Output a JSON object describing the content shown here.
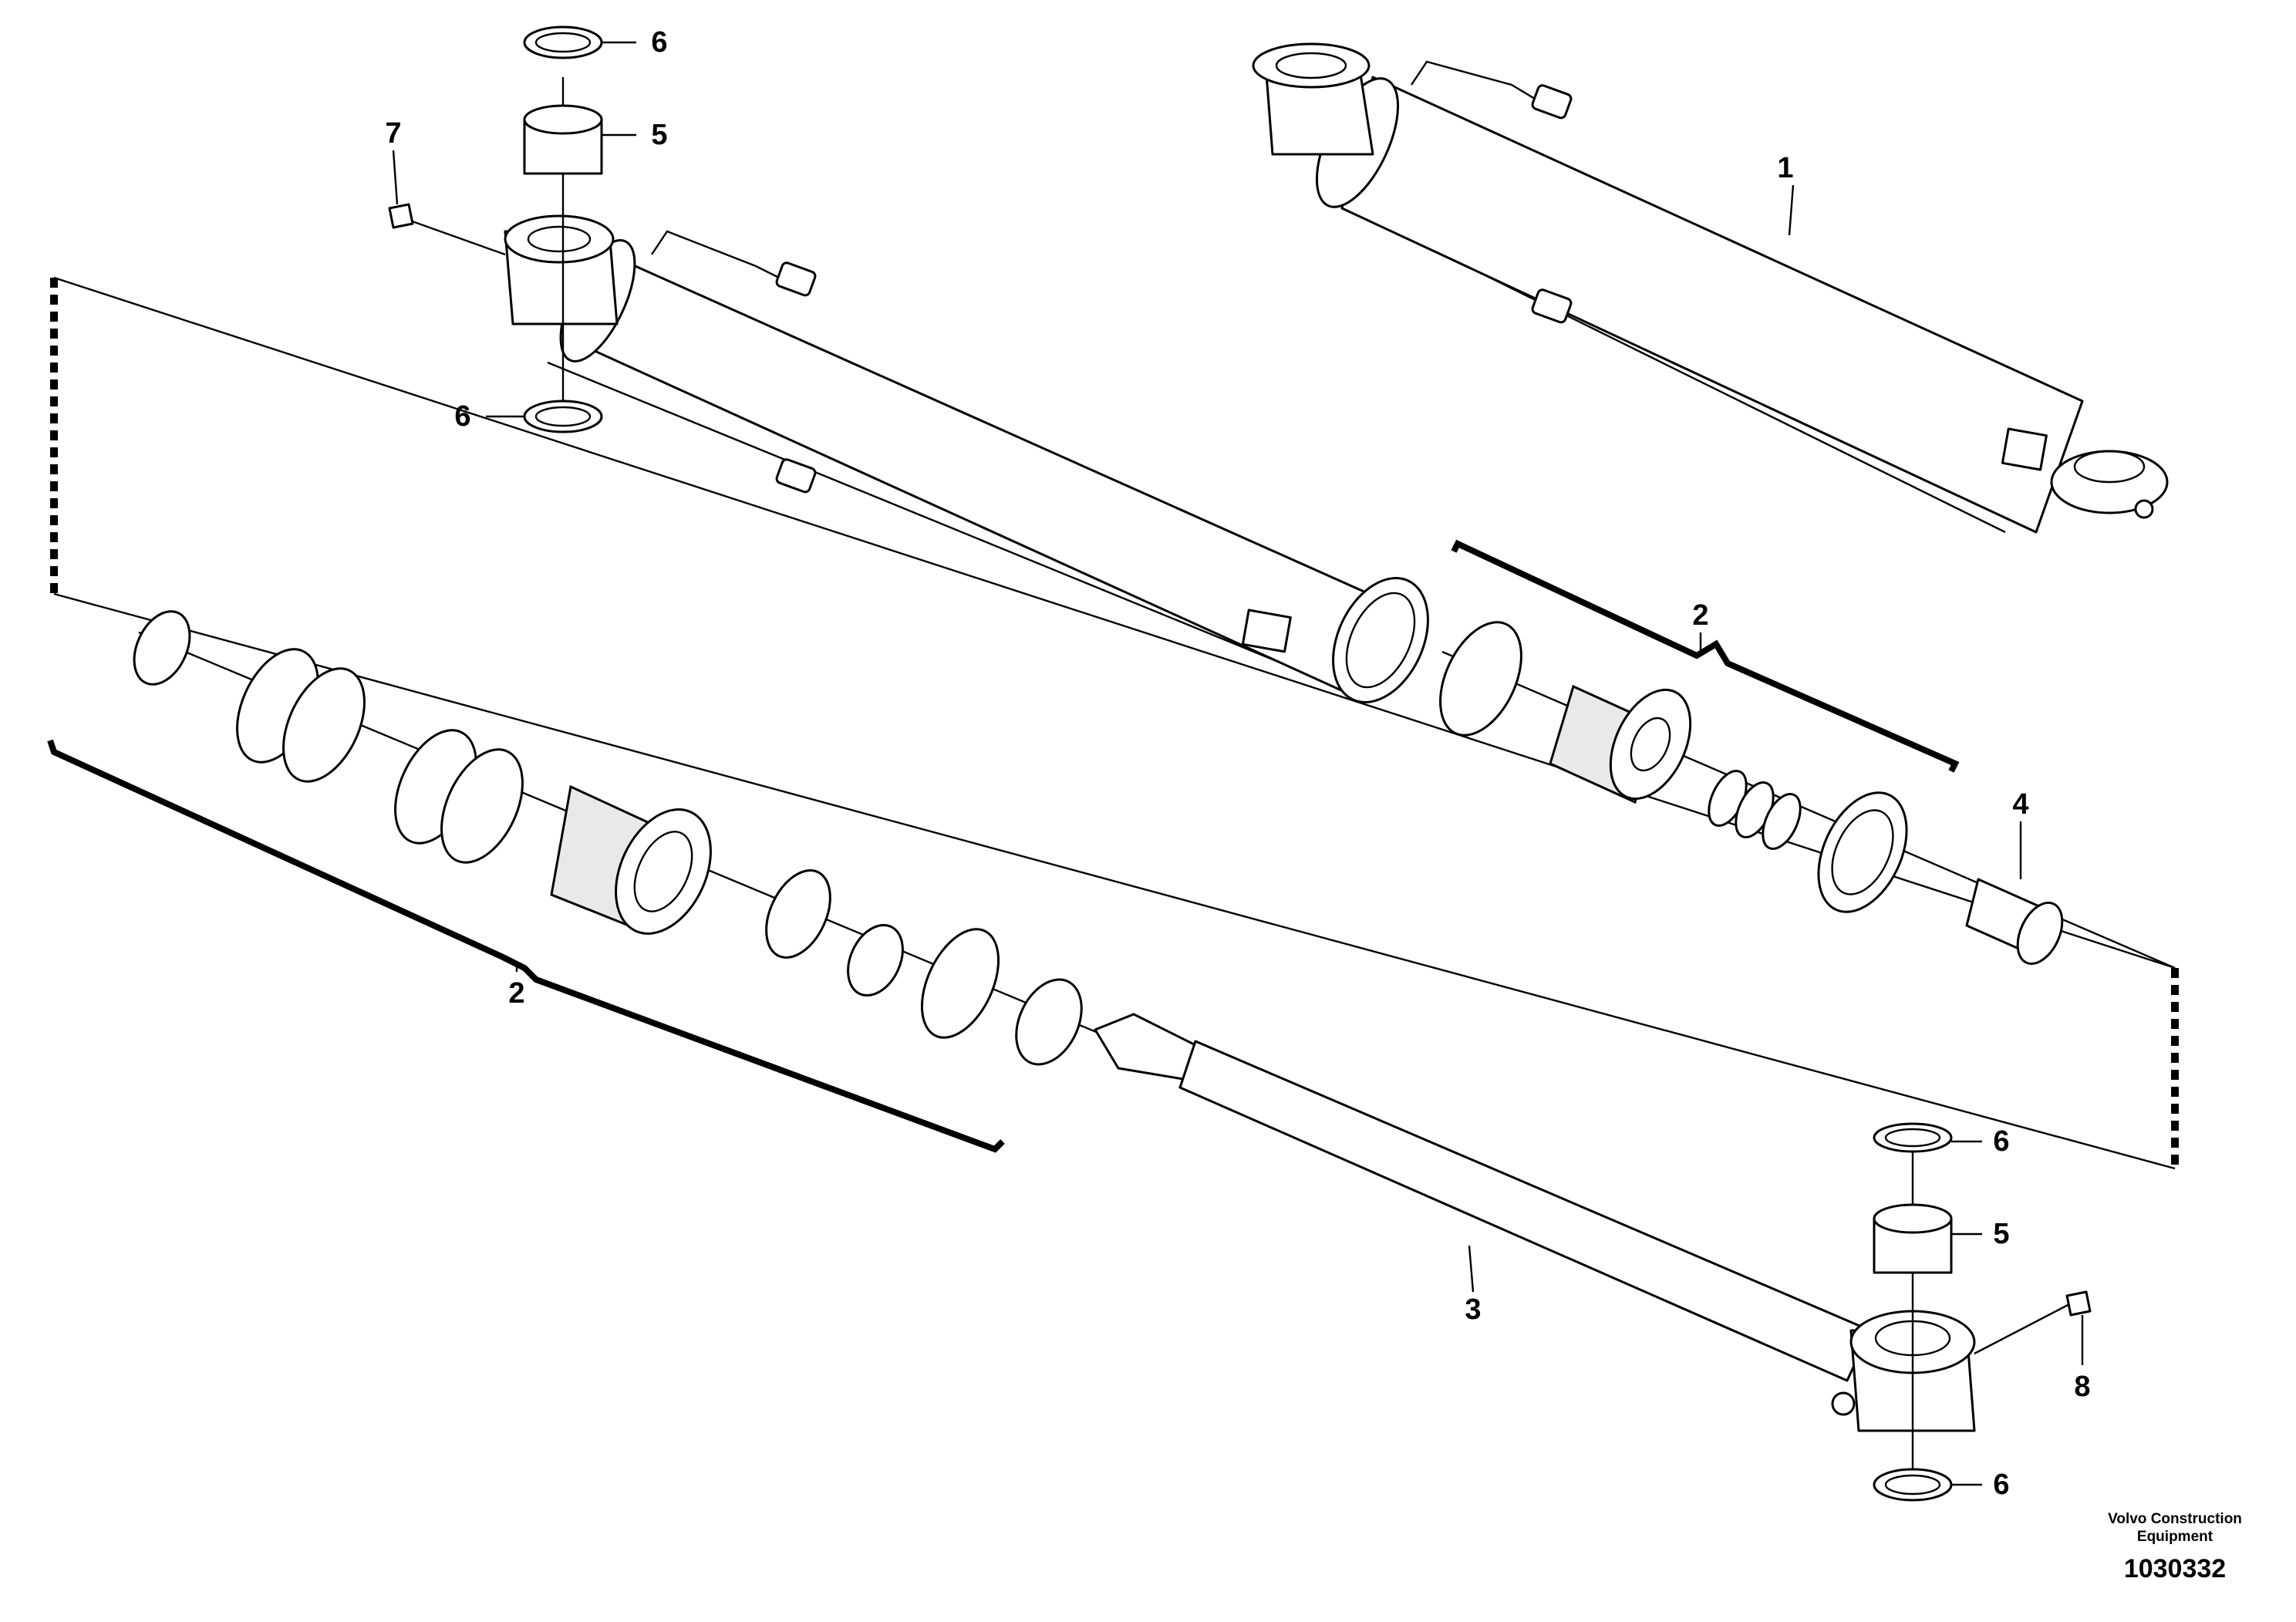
{
  "callouts": {
    "c1": "1",
    "c2_top": "2",
    "c2_bottom": "2",
    "c3": "3",
    "c4": "4",
    "c5_top": "5",
    "c5_bottom": "5",
    "c6_top": "6",
    "c6_mid": "6",
    "c6_lower_a": "6",
    "c6_lower_b": "6",
    "c7": "7",
    "c8": "8"
  },
  "footer": {
    "brand_line1": "Volvo Construction",
    "brand_line2": "Equipment",
    "doc_number": "1030332"
  }
}
